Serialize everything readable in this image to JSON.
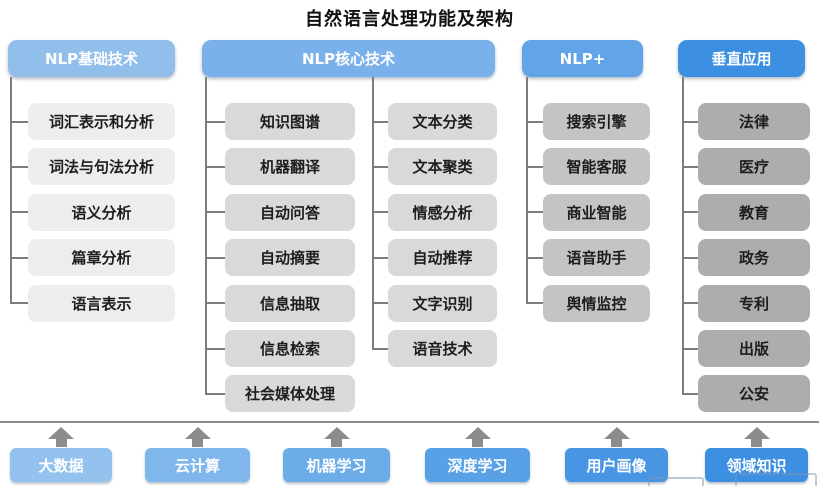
{
  "title": "自然语言处理功能及架构",
  "columns": [
    {
      "id": "nlp-basic",
      "header": "NLP基础技术",
      "header_color": "#92BEEC",
      "box_color": "#EDEDED",
      "groups": [
        {
          "items": [
            "词汇表示和分析",
            "词法与句法分析",
            "语义分析",
            "篇章分析",
            "语言表示"
          ]
        }
      ]
    },
    {
      "id": "nlp-core",
      "header": "NLP核心技术",
      "header_color": "#7AB1EA",
      "box_color": "#D9D9D9",
      "groups": [
        {
          "items": [
            "知识图谱",
            "机器翻译",
            "自动问答",
            "自动摘要",
            "信息抽取",
            "信息检索",
            "社会媒体处理"
          ]
        },
        {
          "items": [
            "文本分类",
            "文本聚类",
            "情感分析",
            "自动推荐",
            "文字识别",
            "语音技术"
          ]
        }
      ]
    },
    {
      "id": "nlp-plus",
      "header": "NLP+",
      "header_color": "#61A4E7",
      "box_color": "#C4C4C4",
      "groups": [
        {
          "items": [
            "搜索引擎",
            "智能客服",
            "商业智能",
            "语音助手",
            "舆情监控"
          ]
        }
      ]
    },
    {
      "id": "vertical-apps",
      "header": "垂直应用",
      "header_color": "#3D8FE2",
      "box_color": "#ADADAD",
      "groups": [
        {
          "items": [
            "法律",
            "医疗",
            "教育",
            "政务",
            "专利",
            "出版",
            "公安"
          ]
        }
      ]
    }
  ],
  "foundation": {
    "items": [
      {
        "label": "大数据",
        "color": "#93C2EE"
      },
      {
        "label": "云计算",
        "color": "#7FB6EB"
      },
      {
        "label": "机器学习",
        "color": "#6CACE9"
      },
      {
        "label": "深度学习",
        "color": "#58A1E6"
      },
      {
        "label": "用户画像",
        "color": "#4795E3"
      },
      {
        "label": "领域知识",
        "color": "#3D8FE2"
      }
    ]
  },
  "connector_color": "#7d7d7d",
  "arrow_color": "#8c8c8c",
  "divider_color": "#8c8c8c"
}
